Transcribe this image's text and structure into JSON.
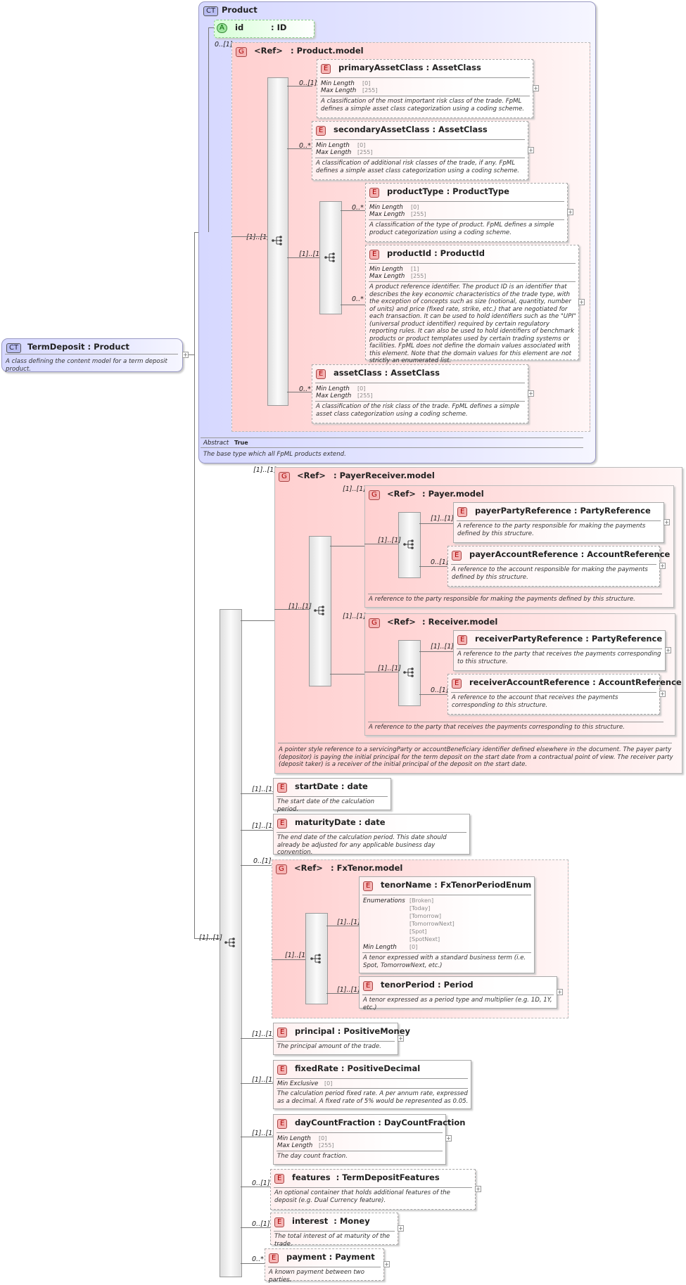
{
  "term_deposit": {
    "badge": "CT",
    "name": "TermDeposit",
    "sep": " : ",
    "base": "Product",
    "doc": "A class defining the content model for a term deposit product."
  },
  "product": {
    "badge": "CT",
    "name": "Product",
    "id_attr": {
      "badge": "A",
      "name": "id",
      "type": ": ID"
    },
    "id_card": "0..[1]",
    "model": {
      "badge": "G",
      "ref": "<Ref>",
      "name": ": Product.model",
      "card": "[1]..[1]"
    },
    "seq_card": "[1]..[1]",
    "abstract_label": "Abstract",
    "abstract_value": "True",
    "doc": "The base type which all FpML products extend."
  },
  "labels": {
    "min_length": "Min Length",
    "max_length": "Max Length",
    "min_exclusive": "Min Exclusive",
    "enumerations": "Enumerations",
    "e_badge": "E",
    "g_badge": "G",
    "ref": "<Ref>"
  },
  "product_elements": {
    "primaryAssetClass": {
      "name": "primaryAssetClass",
      "type": ": AssetClass",
      "card": "0..[1]",
      "min": "[0]",
      "max": "[255]",
      "doc": "A classification of the most important risk class of the trade. FpML defines a simple asset class categorization using a coding scheme."
    },
    "secondaryAssetClass": {
      "name": "secondaryAssetClass",
      "type": ": AssetClass",
      "card": "0..*",
      "min": "[0]",
      "max": "[255]",
      "doc": "A classification of additional risk classes of the trade, if any. FpML defines a simple asset class categorization using a coding scheme."
    },
    "choice_card": "[1]..[1]",
    "productType": {
      "name": "productType",
      "type": ": ProductType",
      "card": "0..*",
      "min": "[0]",
      "max": "[255]",
      "doc": "A classification of the type of product. FpML defines a simple product categorization using a coding scheme."
    },
    "productId": {
      "name": "productId",
      "type": ": ProductId",
      "card": "0..*",
      "min": "[1]",
      "max": "[255]",
      "doc": "A product reference identifier. The product ID is an identifier that describes the key economic characteristics of the trade type, with the exception of concepts such as size (notional, quantity, number of units) and price (fixed rate, strike, etc.) that are negotiated for each transaction. It can be used to hold identifiers such as the \"UPI\" (universal product identifier) required by certain regulatory reporting rules. It can also be used to hold identifiers of benchmark products or product templates used by certain trading systems or facilities. FpML does not define the domain values associated with this element. Note that the domain values for this element are not strictly an enumerated list."
    },
    "assetClass": {
      "name": "assetClass",
      "type": ": AssetClass",
      "card": "0..*",
      "min": "[0]",
      "max": "[255]",
      "doc": "A classification of the risk class of the trade. FpML defines a simple asset class categorization using a coding scheme."
    }
  },
  "main_seq_card": "[1]..[1]",
  "payer_receiver": {
    "card": "[1]..[1]",
    "name": ": PayerReceiver.model",
    "seq_card": "[1]..[1]",
    "doc": "A pointer style reference to a servicingParty or accountBeneficiary identifier defined elsewhere in the document. The payer party (depositor) is paying the initial principal for the term deposit on the start date from a contractual point of view. The receiver party (deposit taker) is a receiver of the initial principal of the deposit on the start date.",
    "payer": {
      "card": "[1]..[1]",
      "name": ": Payer.model",
      "seq_card": "[1]..[1]",
      "doc": "A reference to the party responsible for making the payments defined by this structure.",
      "party": {
        "name": "payerPartyReference",
        "type": ": PartyReference",
        "card": "[1]..[1]",
        "doc": "A reference to the party responsible for making the payments defined by this structure."
      },
      "account": {
        "name": "payerAccountReference",
        "type": ": AccountReference",
        "card": "0..[1]",
        "doc": "A reference to the account responsible for making the payments defined by this structure."
      }
    },
    "receiver": {
      "card": "[1]..[1]",
      "name": ": Receiver.model",
      "seq_card": "[1]..[1]",
      "doc": "A reference to the party that receives the payments corresponding to this structure.",
      "party": {
        "name": "receiverPartyReference",
        "type": ": PartyReference",
        "card": "[1]..[1]",
        "doc": "A reference to the party that receives the payments corresponding to this structure."
      },
      "account": {
        "name": "receiverAccountReference",
        "type": ": AccountReference",
        "card": "0..[1]",
        "doc": "A reference to the account that receives the payments corresponding to this structure."
      }
    }
  },
  "startDate": {
    "name": "startDate",
    "type": ": date",
    "card": "[1]..[1]",
    "doc": "The start date of the calculation period."
  },
  "maturityDate": {
    "name": "maturityDate",
    "type": ": date",
    "card": "[1]..[1]",
    "doc": "The end date of the calculation period. This date should already be adjusted for any applicable business day convention."
  },
  "fxtenor": {
    "card": "0..[1]",
    "name": ": FxTenor.model",
    "choice_card": "[1]..[1]",
    "tenorName": {
      "name": "tenorName",
      "type": ": FxTenorPeriodEnum",
      "card": "[1]..[1]",
      "enums": [
        "[Broken]",
        "[Today]",
        "[Tomorrow]",
        "[TomorrowNext]",
        "[Spot]",
        "[SpotNext]"
      ],
      "min": "[0]",
      "doc": "A tenor expressed with a standard business term (i.e. Spot, TomorrowNext, etc.)"
    },
    "tenorPeriod": {
      "name": "tenorPeriod",
      "type": ": Period",
      "card": "[1]..[1]",
      "doc": "A tenor expressed as a period type and multiplier (e.g. 1D, 1Y, etc.)"
    }
  },
  "principal": {
    "name": "principal",
    "type": ": PositiveMoney",
    "card": "[1]..[1]",
    "doc": "The principal amount of the trade."
  },
  "fixedRate": {
    "name": "fixedRate",
    "type": ": PositiveDecimal",
    "card": "[1]..[1]",
    "min_ex": "[0]",
    "doc": "The calculation period fixed rate. A per annum rate, expressed as a decimal. A fixed rate of 5% would be represented as 0.05."
  },
  "dayCountFraction": {
    "name": "dayCountFraction",
    "type": ": DayCountFraction",
    "card": "[1]..[1]",
    "min": "[0]",
    "max": "[255]",
    "doc": "The day count fraction."
  },
  "features": {
    "name": "features",
    "type": ": TermDepositFeatures",
    "card": "0..[1]",
    "doc": "An optional container that holds additional features of the deposit (e.g. Dual Currency feature)."
  },
  "interest": {
    "name": "interest",
    "type": ": Money",
    "card": "0..[1]",
    "doc": "The total interest of at maturity of the trade."
  },
  "payment": {
    "name": "payment",
    "type": ": Payment",
    "card": "0..*",
    "doc": "A known payment between two parties."
  },
  "plus_sign": "+",
  "colors": {
    "ct_fill": "#d6d8ff",
    "group_fill": "#ffd8d8",
    "element_badge": "#f5b4b4",
    "attribute_badge": "#9fe59f"
  }
}
